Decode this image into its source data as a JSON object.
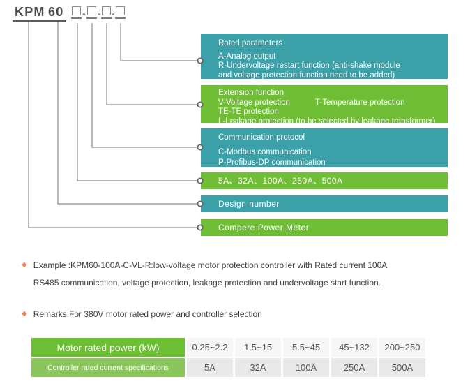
{
  "model_code": {
    "prefix": "KPM",
    "number": "60",
    "dash": "-"
  },
  "callouts": [
    {
      "name": "rated-parameters",
      "color": "teal",
      "heading": "Rated parameters",
      "lines": [
        "A-Analog output",
        "R-Undervoltage restart function (anti-shake module",
        "and voltage protection function need to be added)"
      ]
    },
    {
      "name": "extension-function",
      "color": "green",
      "heading": "Extension function",
      "lines": [
        "V-Voltage protection",
        "T-Temperature protection",
        "TE-TE protection",
        "L-Leakage protection (to be selected by leakage transformer)"
      ]
    },
    {
      "name": "communication-protocol",
      "color": "teal",
      "heading": "Communication protocol",
      "lines": [
        "C-Modbus communication",
        "P-Profibus-DP communication"
      ]
    },
    {
      "name": "rated-current-options",
      "color": "green",
      "heading": "5A、32A、100A、250A、500A",
      "lines": []
    },
    {
      "name": "design-number",
      "color": "teal",
      "heading": "Design number",
      "lines": []
    },
    {
      "name": "product-name",
      "color": "green",
      "heading": "Compere Power Meter",
      "lines": []
    }
  ],
  "example": {
    "line1": "Example :KPM60-100A-C-VL-R:low-voltage motor protection controller with Rated current 100A",
    "line2": "RS485 communication, voltage protection, leakage protection and undervoltage start function."
  },
  "remarks": "Remarks:For 380V motor rated power and controller selection",
  "table": {
    "rows": [
      {
        "header": "Motor rated power (kW)",
        "values": [
          "0.25~2.2",
          "1.5~15",
          "5.5~45",
          "45~132",
          "200~250"
        ]
      },
      {
        "header": "Controller rated current specifications",
        "values": [
          "5A",
          "32A",
          "100A",
          "250A",
          "500A"
        ]
      }
    ]
  },
  "colors": {
    "teal": "#3BA0A8",
    "green": "#6FBE35",
    "table_header_green": "#6CBE33",
    "table_header_green_light": "#8AC65B",
    "bullet_orange": "#E8845C"
  }
}
